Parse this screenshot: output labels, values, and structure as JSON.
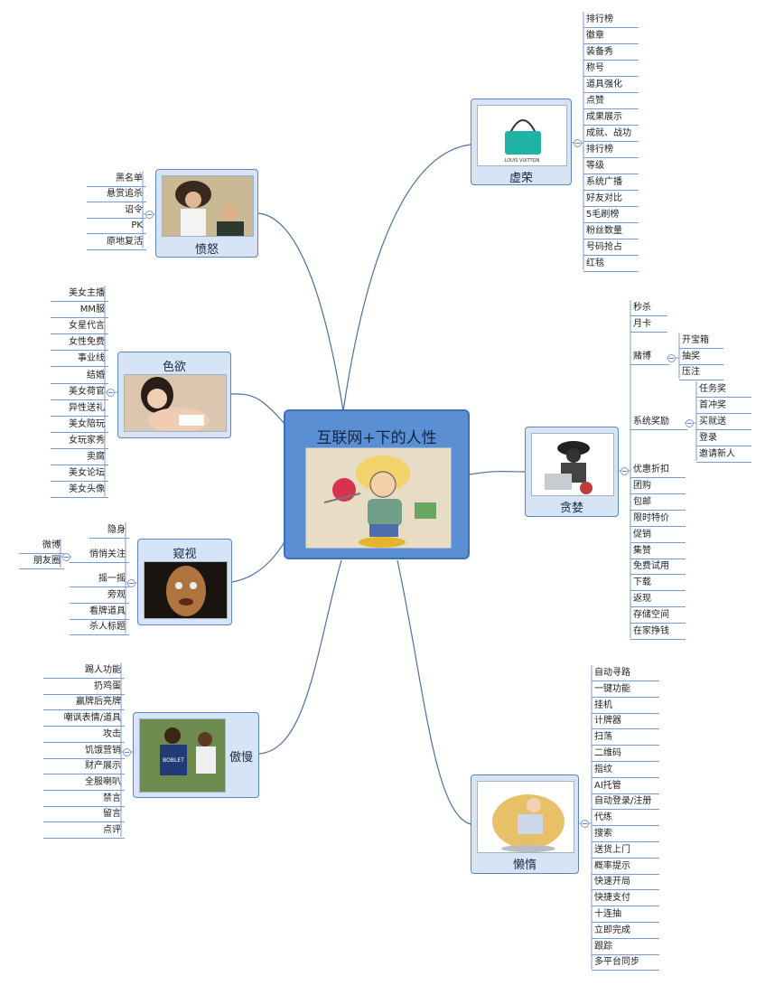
{
  "central": {
    "title": "互联网+下的人性"
  },
  "branches": {
    "vanity": {
      "label": "虚荣",
      "brand_text": "LOUIS VUITTON",
      "items": [
        "排行榜",
        "徽章",
        "装备秀",
        "称号",
        "道具强化",
        "点赞",
        "成果展示",
        "成就、战功",
        "排行榜",
        "等级",
        "系统广播",
        "好友对比",
        "5毛刷榜",
        "粉丝数量",
        "号码抢占",
        "红毯"
      ]
    },
    "anger": {
      "label": "愤怒",
      "items": [
        "黑名单",
        "悬赏追杀",
        "诏令",
        "PK",
        "原地复活"
      ]
    },
    "lust": {
      "label": "色欲",
      "items": [
        "美女主播",
        "MM服",
        "女星代言",
        "女性免费",
        "事业线",
        "结婚",
        "美女荷官",
        "异性送礼",
        "美女陪玩",
        "女玩家秀",
        "卖腐",
        "美女论坛",
        "美女头像"
      ]
    },
    "greed": {
      "label": "贪婪",
      "items_top": [
        "秒杀",
        "月卡"
      ],
      "gamble": {
        "label": "赌博",
        "items": [
          "开宝箱",
          "抽奖",
          "压注"
        ]
      },
      "reward": {
        "label": "系统奖励",
        "items": [
          "任务奖",
          "首冲奖",
          "买就送",
          "登录",
          "邀请新人"
        ]
      },
      "items_bottom": [
        "优惠折扣",
        "团购",
        "包邮",
        "限时特价",
        "促销",
        "集赞",
        "免费试用",
        "下载",
        "返现",
        "存储空间",
        "在家挣钱"
      ]
    },
    "peep": {
      "label": "窥视",
      "items_top": [
        "隐身"
      ],
      "follow": {
        "label": "悄悄关注",
        "items": [
          "微博",
          "朋友圈"
        ]
      },
      "items_bottom": [
        "摇一摇",
        "旁观",
        "看牌道具",
        "杀人标题"
      ]
    },
    "pride": {
      "label": "傲慢",
      "bib_text": "BOBLET",
      "items": [
        "踢人功能",
        "扔鸡蛋",
        "赢牌后亮牌",
        "嘲讽表情/道具",
        "攻击",
        "饥饿营销",
        "财产展示",
        "全服喇叭",
        "禁言",
        "留言",
        "点评"
      ]
    },
    "sloth": {
      "label": "懒惰",
      "items": [
        "自动寻路",
        "一键功能",
        "挂机",
        "计牌器",
        "扫荡",
        "二维码",
        "指纹",
        "AI托管",
        "自动登录/注册",
        "代练",
        "搜索",
        "送货上门",
        "概率提示",
        "快速开局",
        "快捷支付",
        "十连抽",
        "立即完成",
        "跟踪",
        "多平台同步"
      ]
    }
  }
}
